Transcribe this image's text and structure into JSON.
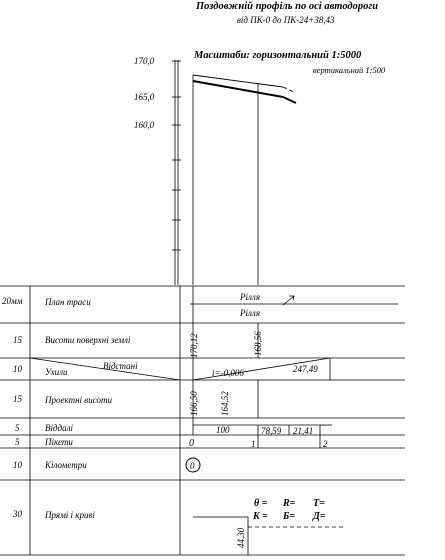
{
  "title": {
    "main": "Поздовжній профіль по осі автодороги",
    "range": "від ПК-0 до ПК-24+38,43"
  },
  "scales": {
    "label": "Масштаби: горизонтальний 1:5000",
    "vertical": "вертикальний 1:500"
  },
  "elevation_axis": {
    "ticks": [
      "170,0",
      "165,0",
      "160,0"
    ]
  },
  "rows": [
    {
      "size": "20мм",
      "label": "План траси"
    },
    {
      "size": "15",
      "label": "Висоти поверхні землі"
    },
    {
      "size": "10",
      "label": "Ухили",
      "label2": "Відстані"
    },
    {
      "size": "15",
      "label": "Проектні висоти"
    },
    {
      "size": "5",
      "label": "Віддалі"
    },
    {
      "size": "5",
      "label": "Пікети"
    },
    {
      "size": "10",
      "label": "Кілометри"
    },
    {
      "size": "30",
      "label": "Прямі і криві"
    }
  ],
  "plan": {
    "road_label_top": "Рілля",
    "road_label_bottom": "Рілля"
  },
  "ground_heights": [
    "170,12",
    "168,56"
  ],
  "slopes": {
    "grade": "i=-0,006",
    "distance": "247,49"
  },
  "design_heights": [
    "166,50",
    "164,52"
  ],
  "distances": [
    "100",
    "78,59",
    "21,41"
  ],
  "pickets": [
    "0",
    "1",
    "2"
  ],
  "kilometers": [
    "0"
  ],
  "curves": {
    "theta": "θ =",
    "R": "R=",
    "T": "T=",
    "K": "K =",
    "B": "Б=",
    "D": "Д=",
    "length": "44,30"
  }
}
